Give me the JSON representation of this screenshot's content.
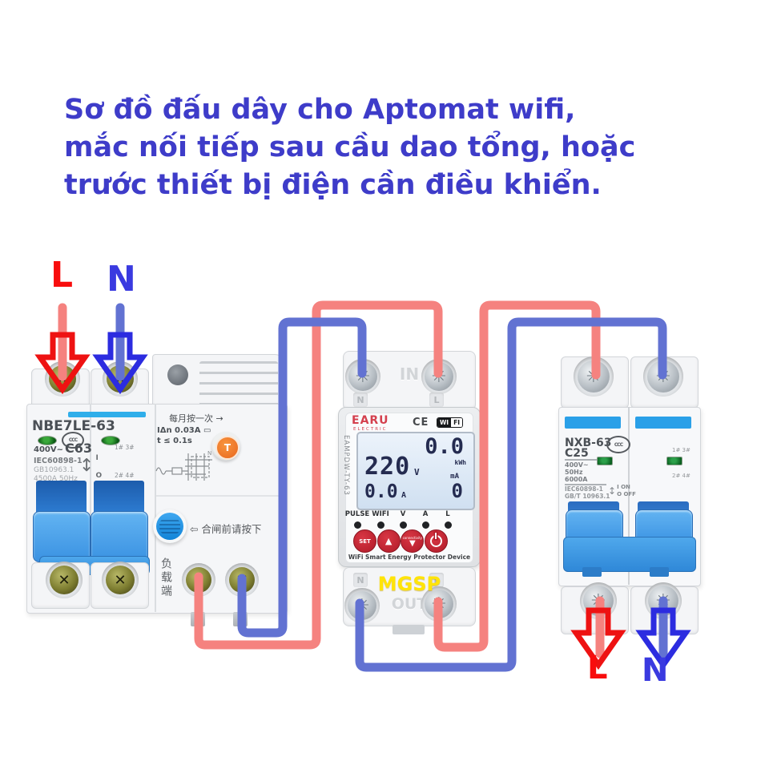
{
  "title": {
    "lines": [
      "Sơ đồ đấu dây cho Aptomat wifi,",
      "mắc nối tiếp sau cầu dao tổng, hoặc",
      "trước thiết bị điện cần điều khiển."
    ]
  },
  "colors": {
    "title_text": "#3e3cc9",
    "wire_live": "#f5827f",
    "wire_neutral": "#6272d2",
    "arrow_live": "#ee1212",
    "arrow_neutral": "#2c2ce0",
    "label_live": "#f80d0d",
    "label_neutral": "#3a3ae0",
    "breaker_stripe": "#30aeea",
    "toggle_blue": "#3e98e4",
    "button_red": "#c02030",
    "watermark_yellow": "#ffe408"
  },
  "labels": {
    "input_live": "L",
    "input_neutral": "N",
    "output_live": "L",
    "output_neutral": "N"
  },
  "left_breaker": {
    "model": "NBE7LE-63",
    "cert_mark": "CCC",
    "voltage": "400V~",
    "rating": "C63",
    "standard": "IEC60898-1",
    "gb_standard": "GB10963.1",
    "breaking_capacity": "4500A 50Hz",
    "on_symbol": "I",
    "off_symbol": "O",
    "updown_symbol": "↕",
    "pole2_terminals_top": "1# 3#",
    "pole2_terminals_bottom": "2# 4#",
    "test_monthly_note": "每月按一次 →",
    "residual_current": "IΔn  0.03A ▭",
    "trip_time": "t ≤ 0.1s",
    "test_button": "T",
    "close_before_note": "⇦ 合闸前请按下",
    "load_side_label": "负载端"
  },
  "middle_device": {
    "brand": "EARU",
    "brand_sub": "ELECTRIC",
    "ce_mark": "CE",
    "wifi_badge_left": "WI",
    "wifi_badge_right": "FI",
    "model_vertical": "EAMPDW-TY-63",
    "in_label": "IN",
    "out_label": "OUT",
    "terminal_n": "N",
    "terminal_l": "L",
    "lcd": {
      "energy_value": "0.0",
      "energy_unit": "kWh",
      "voltage_value": "220",
      "voltage_unit": "V",
      "current_value": "0.0",
      "current_unit": "A",
      "leakage_value": "0",
      "leakage_unit": "mA"
    },
    "led_labels": [
      "PULSE",
      "WIFI",
      "V",
      "A",
      "L"
    ],
    "buttons": {
      "set": "SET",
      "up": "▲",
      "down": "▼",
      "down_note": "connectivity"
    },
    "caption": "WiFi Smart Energy Protector Device",
    "watermark": "MGSP"
  },
  "right_breaker": {
    "model": "NXB-63",
    "cert_mark": "CCC",
    "rating": "C25",
    "voltage": "400V~",
    "frequency": "50Hz",
    "breaking_capacity": "6000A",
    "standard": "IEC60898-1",
    "gb_standard": "GB/T 10963.1",
    "updown_symbol": "↕",
    "on_label": "I ON",
    "off_label": "O OFF",
    "pole2_terminals_top": "1# 3#",
    "pole2_terminals_bottom": "2# 4#"
  }
}
